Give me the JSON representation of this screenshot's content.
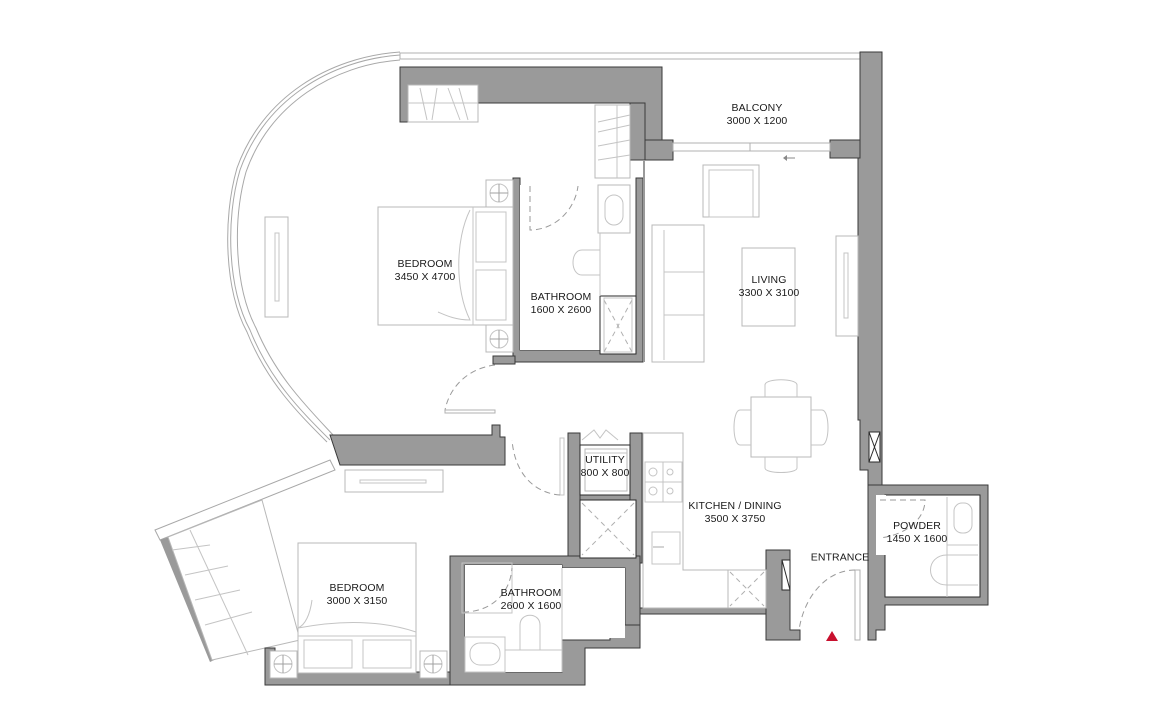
{
  "plan": {
    "wall_color": "#9a9a9a",
    "entrance_marker_color": "#c8102e",
    "rooms": {
      "balcony": {
        "name": "BALCONY",
        "size": "3000 X 1200"
      },
      "bedroom_master": {
        "name": "BEDROOM",
        "size": "3450 X 4700"
      },
      "bathroom_master": {
        "name": "BATHROOM",
        "size": "1600 X 2600"
      },
      "living": {
        "name": "LIVING",
        "size": "3300 X 3100"
      },
      "utility": {
        "name": "UTILITY",
        "size": "800 X 800"
      },
      "kitchen_dining": {
        "name": "KITCHEN / DINING",
        "size": "3500 X 3750"
      },
      "powder": {
        "name": "POWDER",
        "size": "1450 X 1600"
      },
      "entrance": {
        "name": "ENTRANCE"
      },
      "bedroom_second": {
        "name": "BEDROOM",
        "size": "3000 X 3150"
      },
      "bathroom_second": {
        "name": "BATHROOM",
        "size": "2600 X 1600"
      }
    }
  }
}
